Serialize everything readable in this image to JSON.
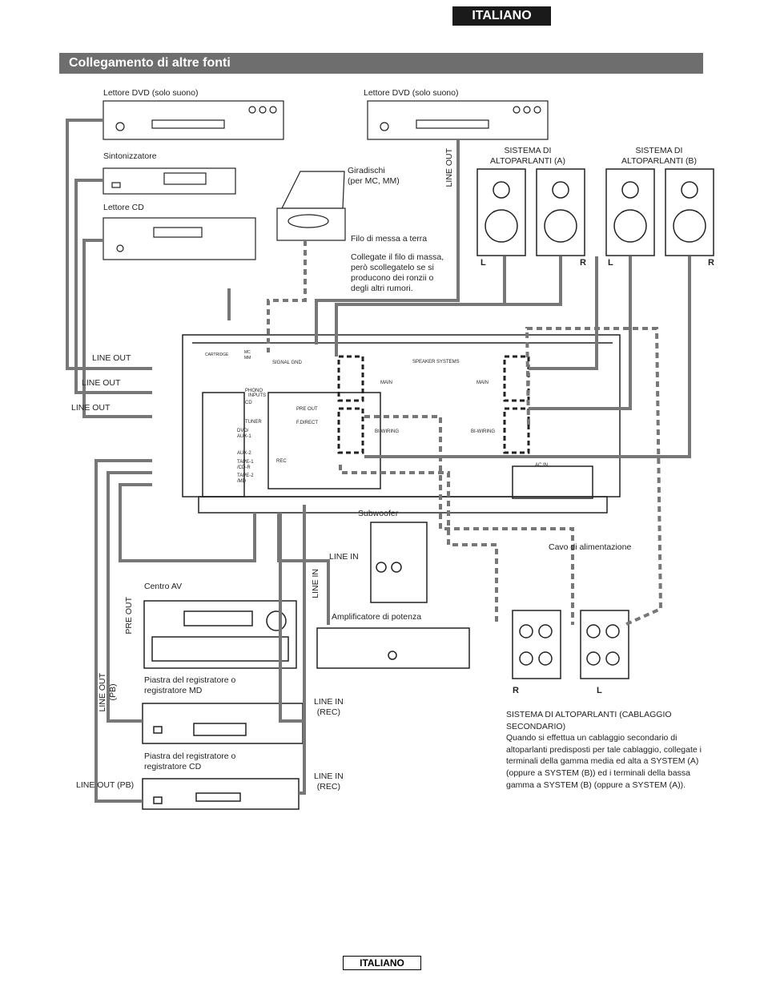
{
  "header": {
    "language": "ITALIANO",
    "section_title": "Collegamento di altre fonti"
  },
  "labels": {
    "dvd_left": "Lettore DVD (solo suono)",
    "dvd_right": "Lettore DVD (solo suono)",
    "tuner": "Sintonizzatore",
    "cd": "Lettore CD",
    "turntable": "Giradischi\n(per MC, MM)",
    "ground_wire": "Filo di messa a terra",
    "ground_note": "Collegate il filo di massa,\nperò scollegatelo se si\nproducono dei ronzii o\ndegli altri rumori.",
    "speakers_a": "SISTEMA DI\nALTOPARLANTI (A)",
    "speakers_b": "SISTEMA DI\nALTOPARLANTI (B)",
    "line_out_1": "LINE OUT",
    "line_out_2": "LINE OUT",
    "line_out_3": "LINE OUT",
    "line_out_dvd": "LINE OUT",
    "subwoofer": "Subwoofer",
    "line_in_sub": "LINE IN",
    "line_in_amp": "LINE IN",
    "power_amp": "Amplificatore di potenza",
    "power_cable": "Cavo di alimentazione",
    "av_center": "Centro AV",
    "pre_out": "PRE OUT",
    "md_deck": "Piastra del registratore o\nregistratore MD",
    "line_out_pb_md": "LINE OUT\n(PB)",
    "line_in_rec_md": "LINE IN\n(REC)",
    "cd_deck": "Piastra del registratore o\nregistratore CD",
    "line_out_pb_cd": "LINE OUT (PB)",
    "line_in_rec_cd": "LINE IN\n(REC)",
    "spk_l_a": "L",
    "spk_r_a": "R",
    "spk_l_b": "L",
    "spk_r_b": "R",
    "bw_r": "R",
    "bw_l": "L"
  },
  "panel": {
    "phono": "PHONO",
    "cd": "CD",
    "tuner": "TUNER",
    "dvd": "DVD/\nAUX-1",
    "aux2": "AUX-2",
    "tape1": "TAPE-1\n/CD-R",
    "tape2": "TAPE-2\n/MD",
    "inputs": "INPUTS",
    "pre_out": "PRE OUT",
    "f_direct": "F.DIRECT",
    "speaker_systems": "SPEAKER SYSTEMS",
    "main": "MAIN",
    "biwiring": "BI-WIRING",
    "signal_gnd": "SIGNAL GND",
    "ac_in": "AC IN",
    "rec": "REC",
    "cartridge": "CARTRIDGE",
    "mc": "MC",
    "mm": "MM"
  },
  "note": {
    "title": "SISTEMA DI ALTOPARLANTI (CABLAGGIO SECONDARIO)",
    "body": "Quando si effettua un cablaggio secondario di altoparlanti predisposti per tale cablaggio, collegate i terminali della gamma media ed alta a SYSTEM (A) (oppure a SYSTEM (B)) ed i terminali della bassa gamma a SYSTEM (B) (oppure a SYSTEM (A))."
  },
  "footer": {
    "language": "ITALIANO"
  }
}
